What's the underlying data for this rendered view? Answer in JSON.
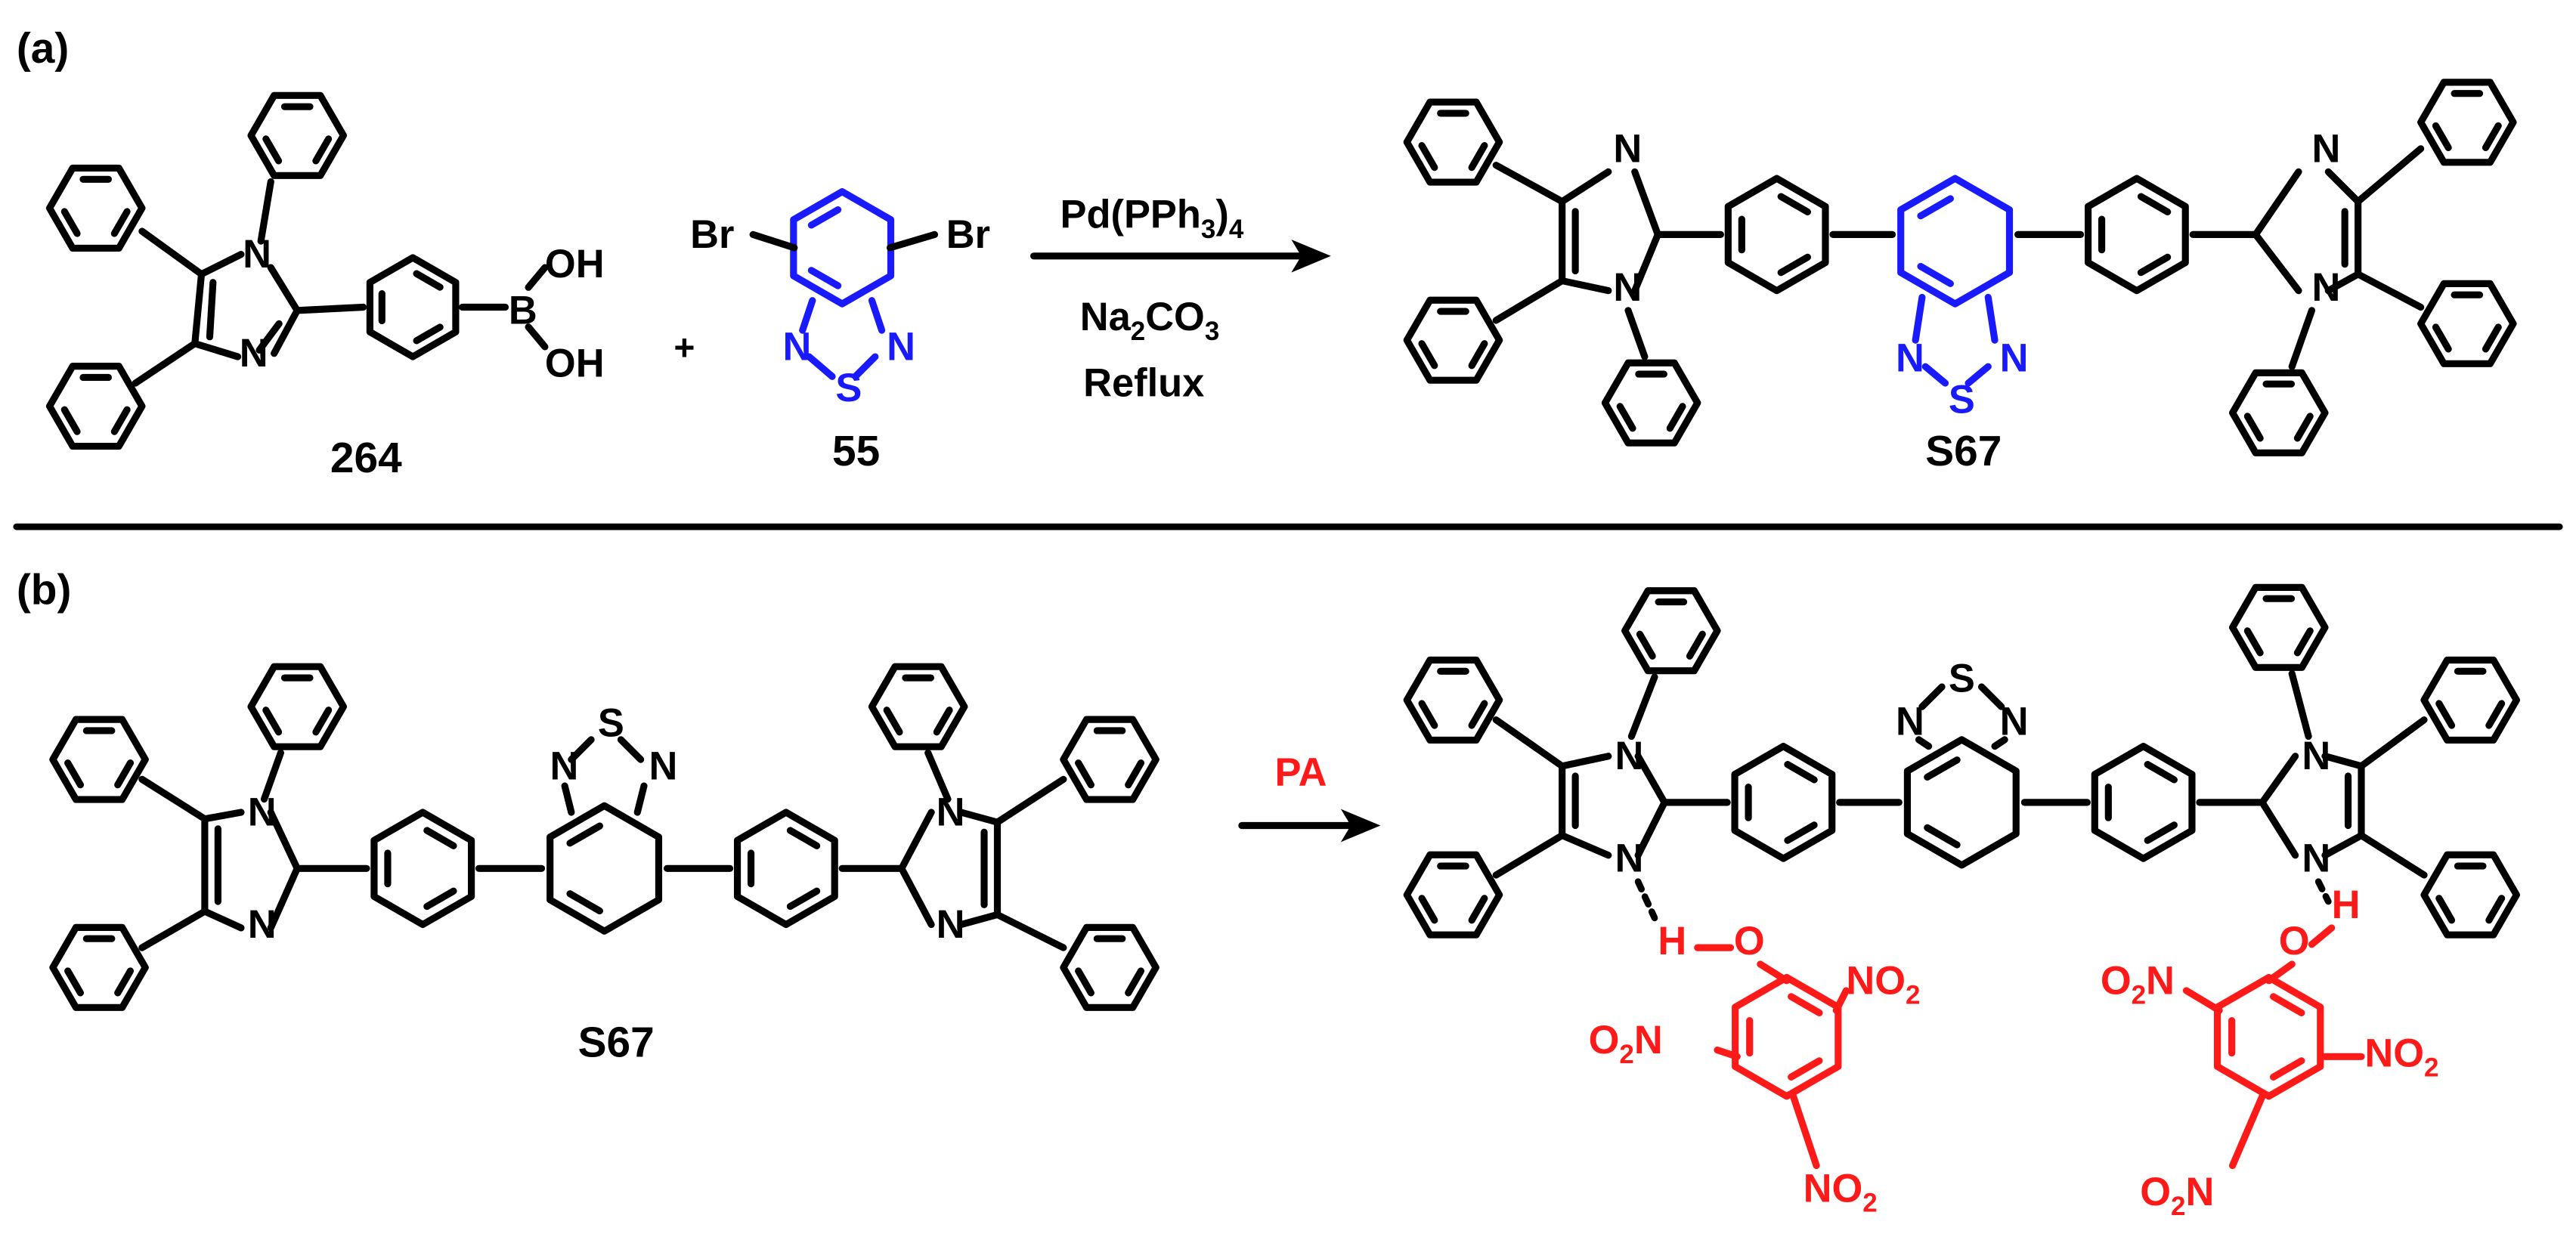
{
  "panels": {
    "a": {
      "label": "(a)",
      "compound_boronic": "264",
      "compound_btd": "55",
      "product": "S67",
      "plus": "+",
      "br": "Br",
      "s": "S",
      "n": "N",
      "oh": "OH",
      "b": "B",
      "reagents": {
        "catalyst_main": "Pd(PPh",
        "catalyst_sub3": "3",
        "catalyst_close": ")",
        "catalyst_sub4": "4",
        "base_main": "Na",
        "base_sub2": "2",
        "base_co": "CO",
        "base_sub3": "3",
        "condition": "Reflux"
      }
    },
    "b": {
      "label": "(b)",
      "compound": "S67",
      "analyte": "PA",
      "h": "H",
      "o": "O",
      "nh": "N",
      "no2_main": "NO",
      "no2_sub": "2",
      "o2n_o": "O",
      "o2n_sub": "2",
      "o2n_n": "N"
    }
  },
  "colors": {
    "black": "#000000",
    "blue": "#1a1aff",
    "red": "#ff1a1a"
  }
}
